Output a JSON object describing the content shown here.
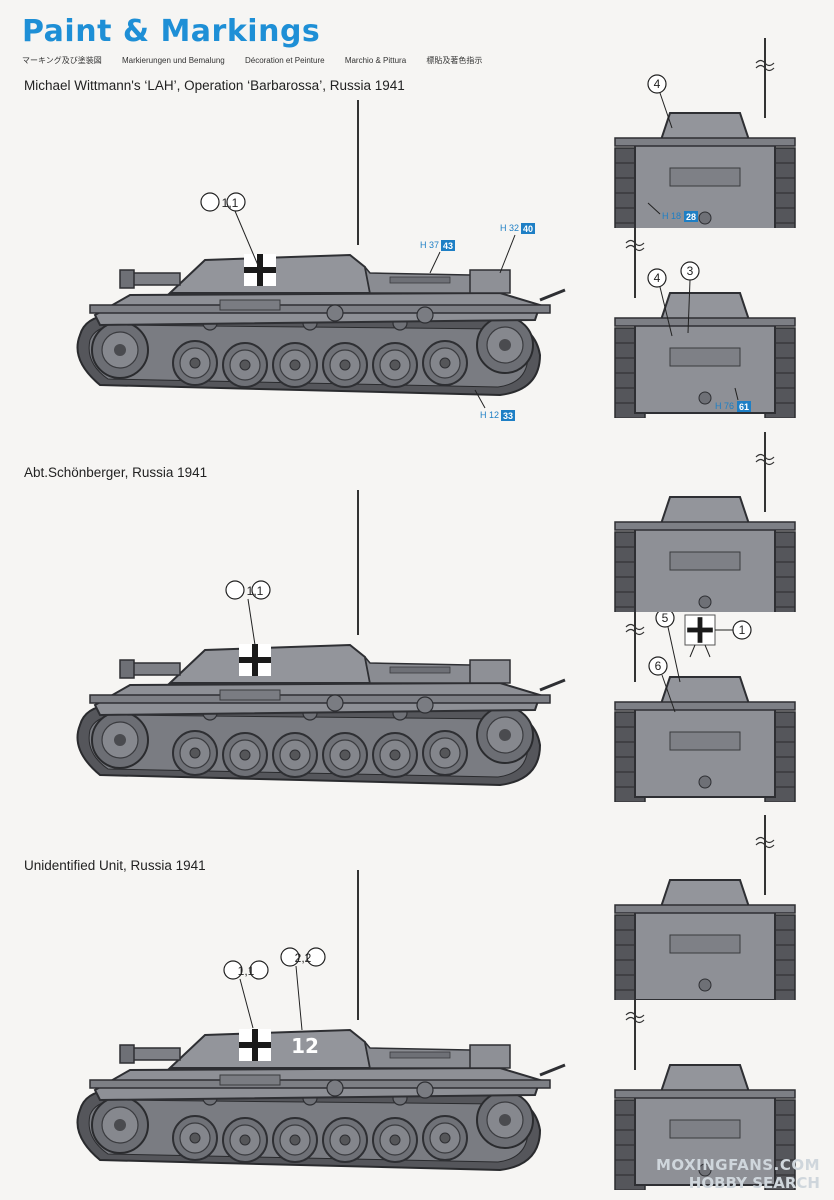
{
  "header": {
    "title": "Paint & Markings",
    "subtitles": [
      "マーキング及び塗装図",
      "Markierungen und Bemalung",
      "Décoration et Peinture",
      "Marchio & Pittura",
      "標貼及著色指示"
    ]
  },
  "schemes": [
    {
      "title": "Michael Wittmann's ‘LAH’, Operation ‘Barbarossa’, Russia 1941",
      "side_callout": "1,1",
      "codes": [
        {
          "h": "H 37",
          "n": "43"
        },
        {
          "h": "H 32",
          "n": "40"
        },
        {
          "h": "H 12",
          "n": "33"
        }
      ],
      "rear_top_callout": "4",
      "rear_top_code": {
        "h": "H 18",
        "n": "28"
      },
      "rear_bottom_callouts": [
        "4",
        "3"
      ],
      "rear_bottom_code": {
        "h": "H 76",
        "n": "61"
      }
    },
    {
      "title": "Abt.Schönberger, Russia 1941",
      "side_callout": "1,1",
      "rear_bottom_callouts": [
        "5",
        "1",
        "6"
      ]
    },
    {
      "title": "Unidentified Unit, Russia 1941",
      "side_callouts": [
        "1,1",
        "2,2"
      ],
      "hull_number": "12"
    }
  ],
  "watermark": {
    "line1": "MOXINGFANS.COM",
    "line2": "HOBBY SEARCH"
  },
  "colors": {
    "title_blue": "#1e8fd6",
    "vehicle_grey": "#8e9096",
    "dark": "#3a3b3f"
  }
}
